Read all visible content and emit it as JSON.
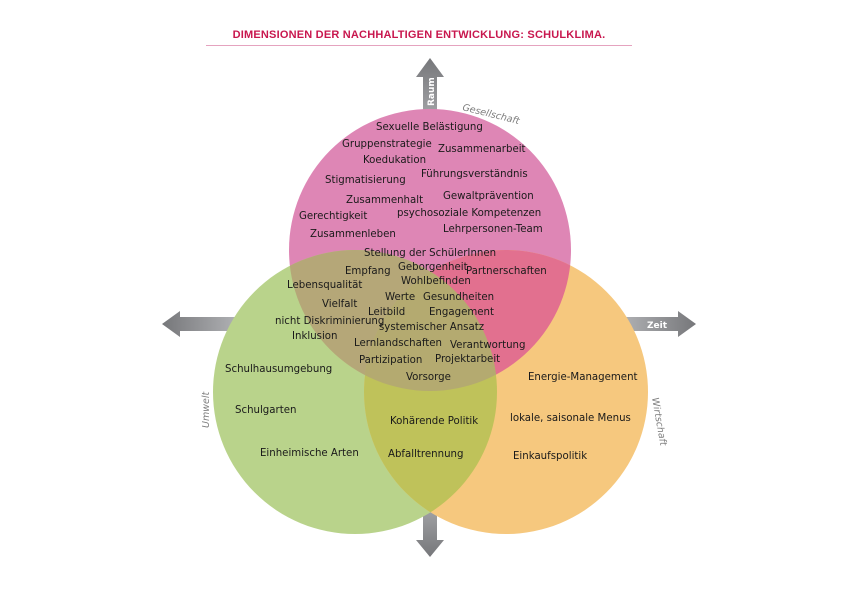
{
  "title": "DIMENSIONEN DER NACHHALTIGEN ENTWICKLUNG: SCHULKLIMA.",
  "axes": {
    "up": "Raum",
    "right": "Zeit",
    "left": "",
    "down": ""
  },
  "dimensions": {
    "society": "Gesellschaft",
    "environment": "Umwelt",
    "economy": "Wirtschaft"
  },
  "colors": {
    "title": "#C8174E",
    "society": "#DE86B5",
    "environment": "#B9D38B",
    "economy": "#F6C87E",
    "society_environment": "#B5A778",
    "society_economy": "#E2708F",
    "environment_economy": "#BFC25A",
    "all_three": "#B4AA70",
    "arrow": "#8a8b8e"
  },
  "labels": {
    "society": [
      "Sexuelle Belästigung",
      "Gruppenstrategie",
      "Zusammenarbeit",
      "Koedukation",
      "Stigmatisierung",
      "Führungsverständnis",
      "Zusammenhalt",
      "Gewaltprävention",
      "Gerechtigkeit",
      "psychosoziale Kompetenzen",
      "Zusammenleben",
      "Lehrpersonen-Team",
      "Stellung der SchülerInnen"
    ],
    "society_environment": [
      "Empfang",
      "Lebensqualität",
      "Vielfalt",
      "nicht Diskriminierung",
      "Inklusion"
    ],
    "center": [
      "Geborgenheit",
      "Wohlbefinden",
      "Werte",
      "Gesundheiten",
      "Leitbild",
      "Engagement",
      "systemischer Ansatz",
      "Lernlandschaften",
      "Partizipation",
      "Projektarbeit",
      "Vorsorge"
    ],
    "society_economy": [
      "Partnerschaften",
      "Verantwortung"
    ],
    "environment": [
      "Schulhausumgebung",
      "Schulgarten",
      "Einheimische Arten"
    ],
    "environment_economy": [
      "Kohärende Politik",
      "Abfalltrennung"
    ],
    "economy": [
      "Energie-Management",
      "lokale, saisonale Menus",
      "Einkaufspolitik"
    ]
  }
}
